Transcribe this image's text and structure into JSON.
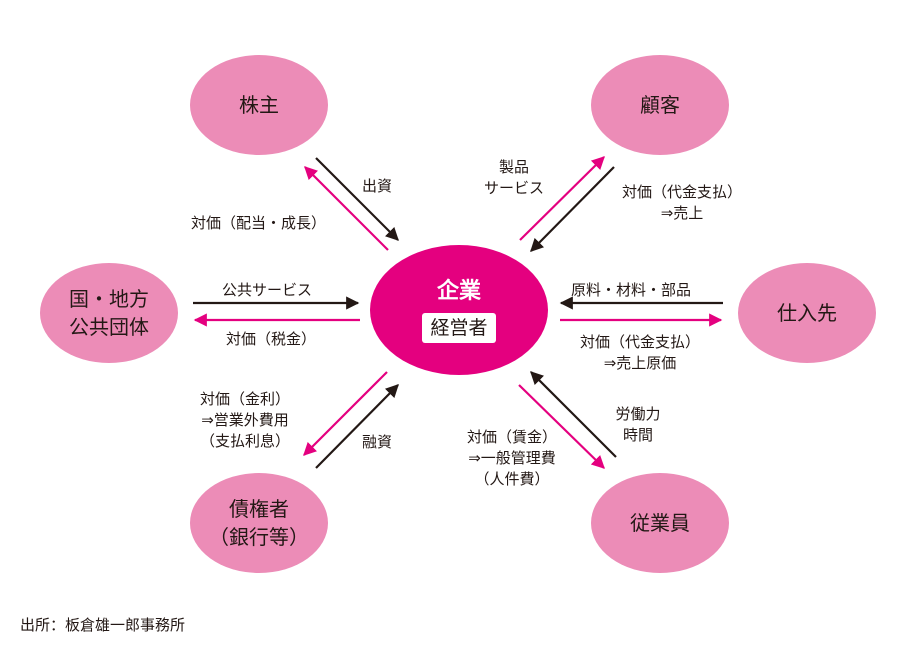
{
  "center": {
    "title": "企業",
    "subtitle": "経営者"
  },
  "nodes": {
    "shareholders": "株主",
    "customers": "顧客",
    "government": [
      "国・地方",
      "公共団体"
    ],
    "suppliers": "仕入先",
    "creditors": [
      "債権者",
      "（銀行等）"
    ],
    "employees": "従業員"
  },
  "labels": {
    "investment": "出資",
    "dividend": "対価（配当・成長）",
    "products": [
      "製品",
      "サービス"
    ],
    "customer_payment": [
      "対価（代金支払）",
      "⇒売上"
    ],
    "public_service": "公共サービス",
    "tax": "対価（税金）",
    "materials": "原料・材料・部品",
    "supplier_payment": [
      "対価（代金支払）",
      "⇒売上原価"
    ],
    "interest": [
      "対価（金利）",
      "⇒営業外費用",
      "（支払利息）"
    ],
    "financing": "融資",
    "wages": [
      "対価（賃金）",
      "⇒一般管理費",
      "（人件費）"
    ],
    "labor": [
      "労働力",
      "時間"
    ]
  },
  "source": "出所：板倉雄一郎事務所",
  "colors": {
    "node": "#ec8cb7",
    "center": "#e4007f",
    "arrow_pink": "#e4007f",
    "arrow_black": "#231815"
  }
}
